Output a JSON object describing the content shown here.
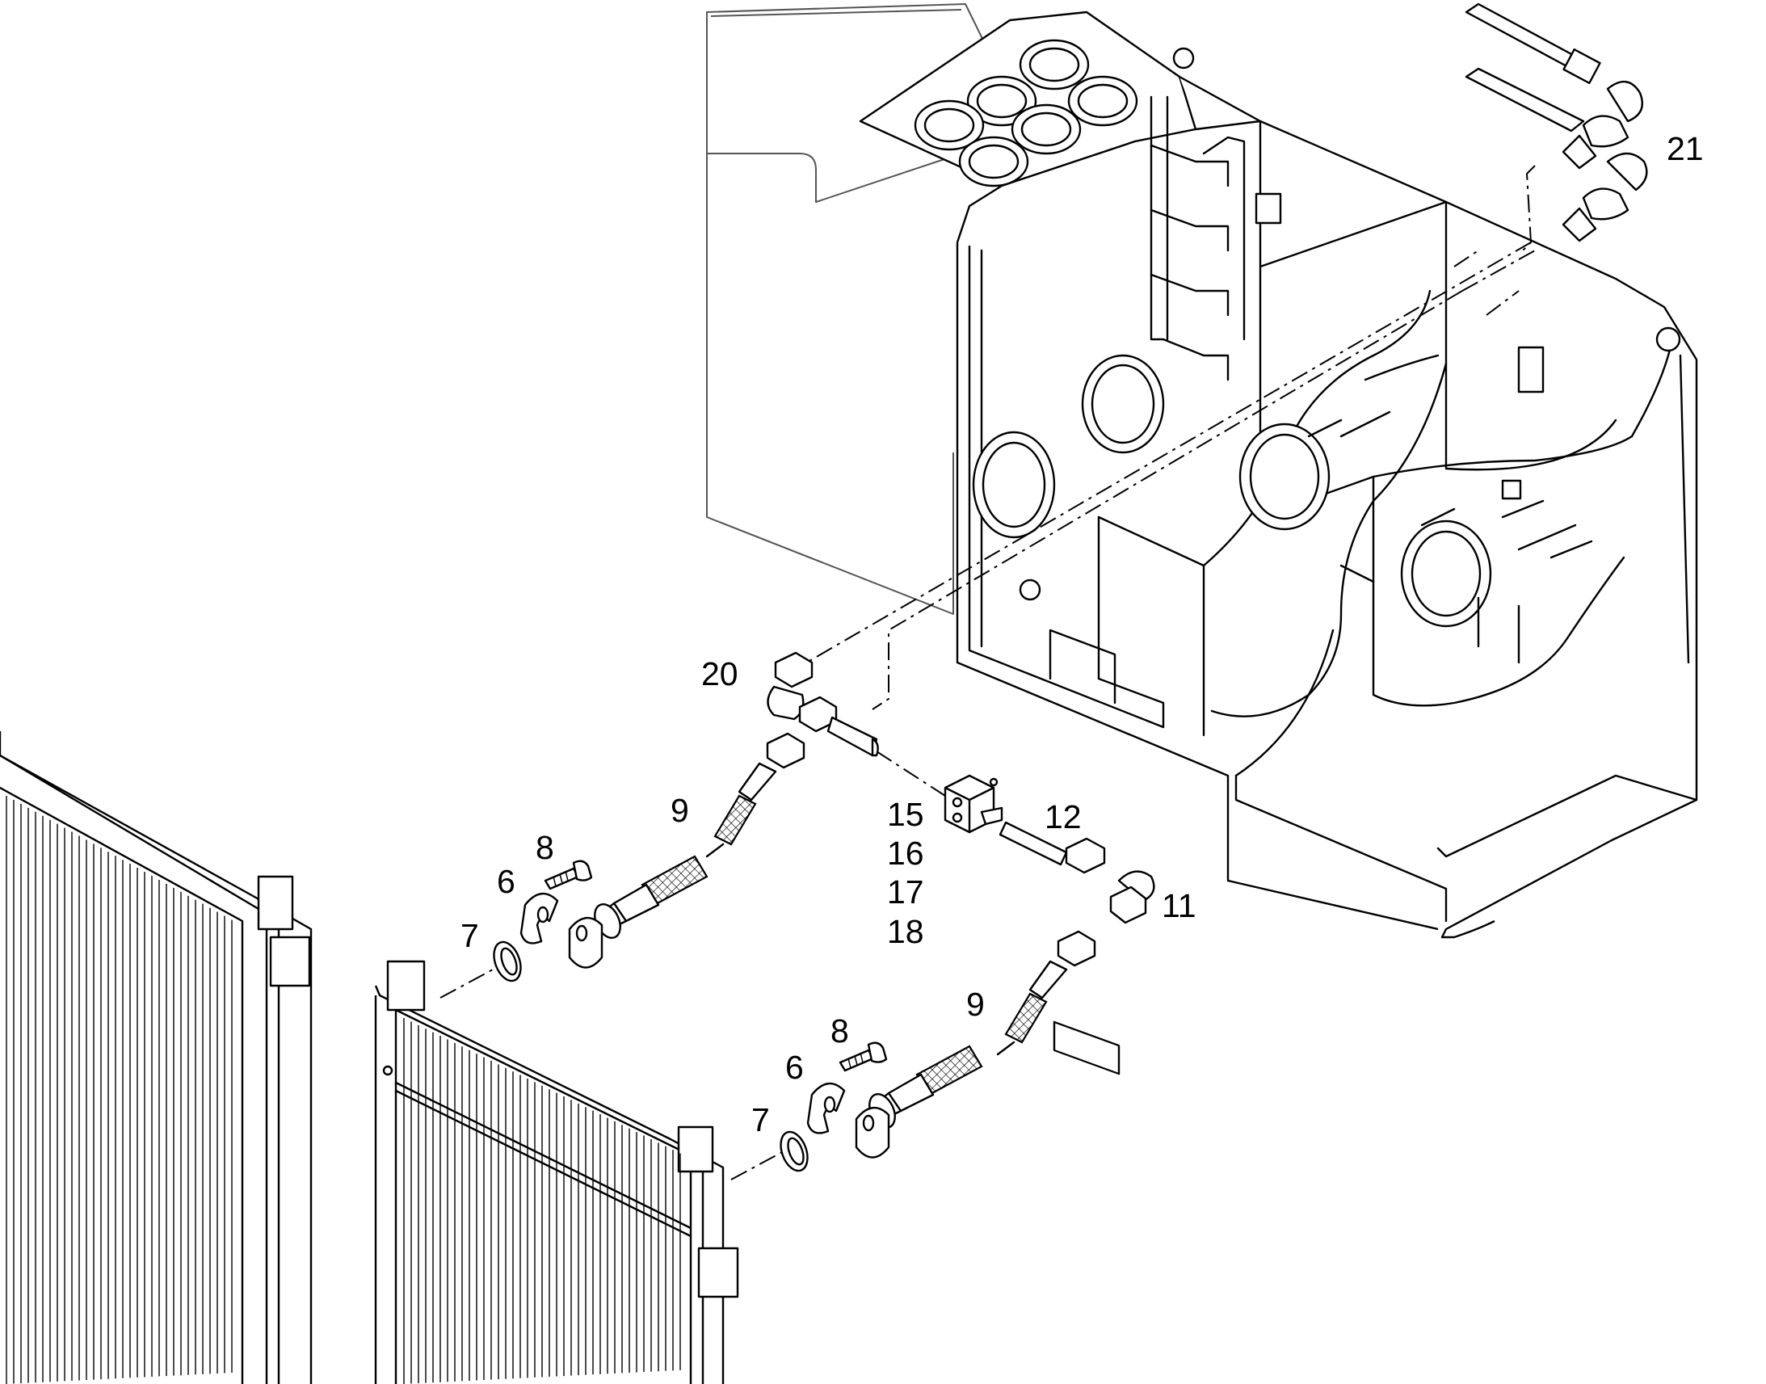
{
  "labels": {
    "l21": "21",
    "l20": "20",
    "l9a": "9",
    "l8a": "8",
    "l6a": "6",
    "l7a": "7",
    "l15": "15",
    "l16": "16",
    "l17": "17",
    "l18": "18",
    "l12": "12",
    "l11": "11",
    "l9b": "9",
    "l8b": "8",
    "l6b": "6",
    "l7b": "7"
  }
}
